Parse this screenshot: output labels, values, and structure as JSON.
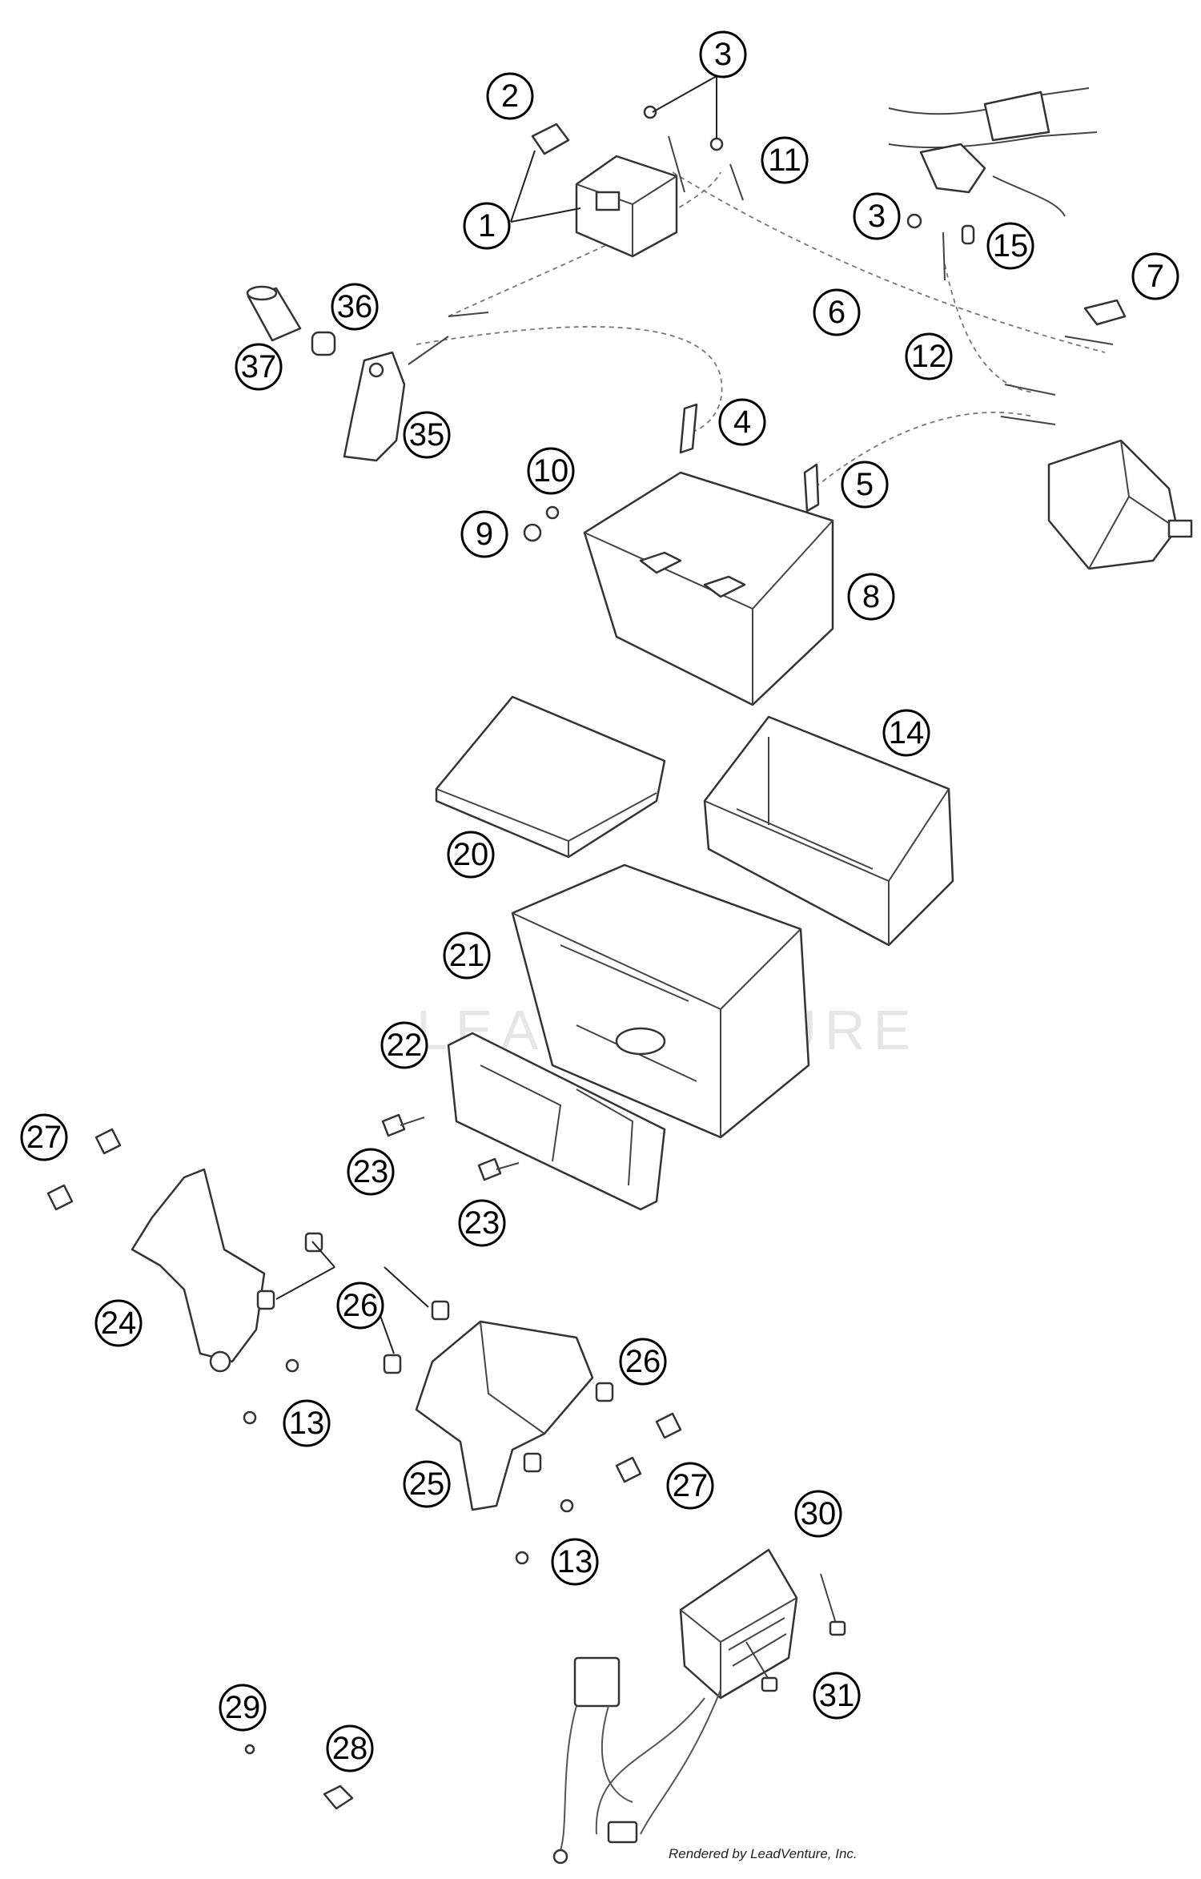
{
  "diagram": {
    "callouts": [
      "1",
      "2",
      "3",
      "3",
      "4",
      "5",
      "6",
      "7",
      "8",
      "9",
      "10",
      "11",
      "12",
      "13",
      "13",
      "14",
      "15",
      "20",
      "21",
      "22",
      "23",
      "23",
      "24",
      "25",
      "26",
      "26",
      "27",
      "27",
      "28",
      "29",
      "30",
      "31",
      "35",
      "36",
      "37"
    ],
    "watermark": "LEADVENTURE",
    "credit": "Rendered by LeadVenture, Inc."
  }
}
